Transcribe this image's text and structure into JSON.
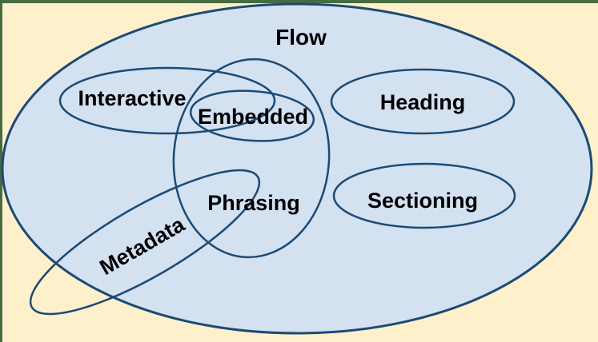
{
  "colors": {
    "page_background": "#fdf0cb",
    "page_border": "#476b41",
    "venn_fill": "#d3e1f1",
    "stroke": "#1c4a74",
    "label": "#000000"
  },
  "sets": {
    "flow": {
      "label": "Flow"
    },
    "interactive": {
      "label": "Interactive"
    },
    "embedded": {
      "label": "Embedded"
    },
    "heading": {
      "label": "Heading"
    },
    "phrasing": {
      "label": "Phrasing"
    },
    "sectioning": {
      "label": "Sectioning"
    },
    "metadata": {
      "label": "Metadata"
    }
  }
}
